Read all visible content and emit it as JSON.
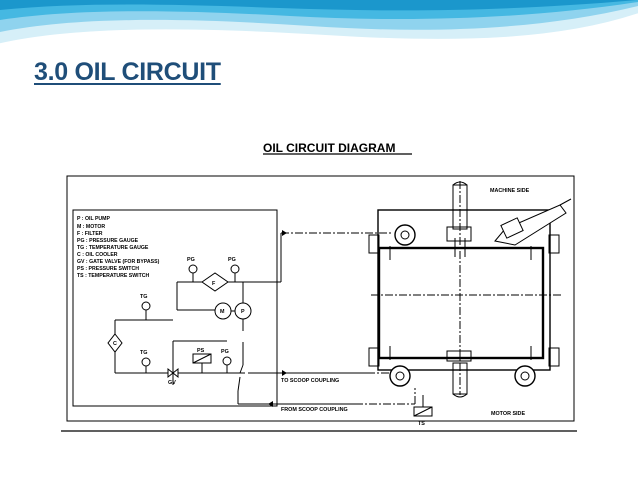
{
  "slide": {
    "title": "3.0 OIL CIRCUIT"
  },
  "diagram": {
    "title": "OIL CIRCUIT DIAGRAM",
    "legend": [
      "P   : OIL PUMP",
      "M   : MOTOR",
      "F   : FILTER",
      "PG  : PRESSURE GAUGE",
      "TG  : TEMPERATURE GAUGE",
      "C   : OIL COOLER",
      "GV  : GATE VALVE (FOR BYPASS)",
      "PS  : PRESSURE SWITCH",
      "TS  : TEMPERATURE SWITCH"
    ],
    "labels": {
      "pg_1": "PG",
      "pg_2": "PG",
      "pg_3": "PG",
      "tg_1": "TG",
      "tg_2": "TG",
      "ps": "PS",
      "gv": "GV",
      "ts": "TS",
      "filter": "F",
      "motor": "M",
      "pump": "P",
      "cooler": "C",
      "to_scoop": "TO SCOOP COUPLING",
      "from_scoop": "FROM SCOOP COUPLING",
      "machine_side": "MACHINE SIDE",
      "motor_side": "MOTOR SIDE"
    }
  }
}
